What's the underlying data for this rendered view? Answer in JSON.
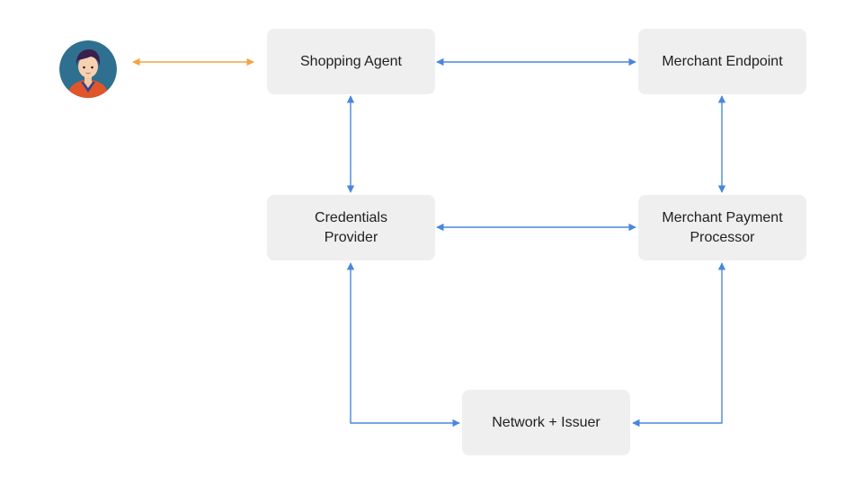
{
  "diagram": {
    "nodes": {
      "shopping_agent": {
        "lines": [
          "Shopping Agent"
        ]
      },
      "merchant_endpoint": {
        "lines": [
          "Merchant Endpoint"
        ]
      },
      "credentials_provider": {
        "lines": [
          "Credentials",
          "Provider"
        ]
      },
      "merchant_payment_processor": {
        "lines": [
          "Merchant Payment",
          "Processor"
        ]
      },
      "network_issuer": {
        "lines": [
          "Network + Issuer"
        ]
      }
    },
    "edges": [
      {
        "from": "user",
        "to": "shopping_agent",
        "direction": "both",
        "color": "#f4a340"
      },
      {
        "from": "shopping_agent",
        "to": "merchant_endpoint",
        "direction": "both",
        "color": "#4a86e0"
      },
      {
        "from": "shopping_agent",
        "to": "credentials_provider",
        "direction": "both",
        "color": "#4a86e0"
      },
      {
        "from": "merchant_endpoint",
        "to": "merchant_payment_processor",
        "direction": "both",
        "color": "#4a86e0"
      },
      {
        "from": "credentials_provider",
        "to": "merchant_payment_processor",
        "direction": "both",
        "color": "#4a86e0"
      },
      {
        "from": "credentials_provider",
        "to": "network_issuer",
        "direction": "both",
        "color": "#4a86e0"
      },
      {
        "from": "merchant_payment_processor",
        "to": "network_issuer",
        "direction": "both",
        "color": "#4a86e0"
      }
    ],
    "colors": {
      "node_fill": "#efefef",
      "connector": "#4a86e0",
      "user_connector": "#f4a340",
      "avatar_bg": "#2f6f8f"
    },
    "icons": {
      "user": "user-avatar-icon"
    }
  }
}
